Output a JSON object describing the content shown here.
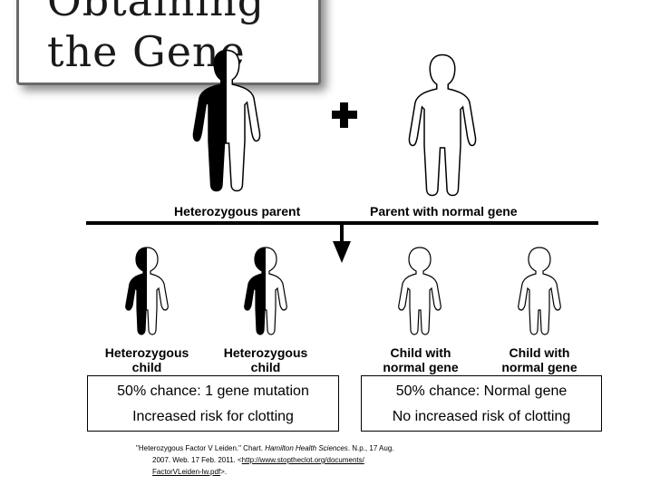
{
  "slide": {
    "title_line1": "Obtaining",
    "title_line2": "the Gene"
  },
  "parents": {
    "left_label": "Heterozygous parent",
    "right_label": "Parent with normal gene",
    "plus_symbol": "+"
  },
  "children": [
    {
      "line1": "Heterozygous",
      "line2": "child"
    },
    {
      "line1": "Heterozygous",
      "line2": "child"
    },
    {
      "line1": "Child with",
      "line2": "normal gene"
    },
    {
      "line1": "Child with",
      "line2": "normal gene"
    }
  ],
  "boxes": {
    "left": {
      "line1": "50% chance: 1 gene mutation",
      "line2": "Increased risk for clotting"
    },
    "right": {
      "line1": "50% chance: Normal gene",
      "line2": "No increased risk of clotting"
    }
  },
  "citation": {
    "part1": "\"Heterozygous Factor V Leiden.\" Chart. ",
    "source": "Hamilton Health Sciences",
    "part2": ". N.p., 17 Aug.",
    "line2_text": "2007. Web. 17 Feb. 2011. <",
    "url1": "http://www.stoptheclot.org/documents/",
    "url2": "FactorVLeiden-lw.pdf",
    "end": ">."
  },
  "colors": {
    "ink": "#000000",
    "frame": "#6a6a6a",
    "background": "#ffffff"
  },
  "icons": [
    "adult-figure-icon",
    "child-figure-icon",
    "plus-icon",
    "down-arrow-icon"
  ]
}
